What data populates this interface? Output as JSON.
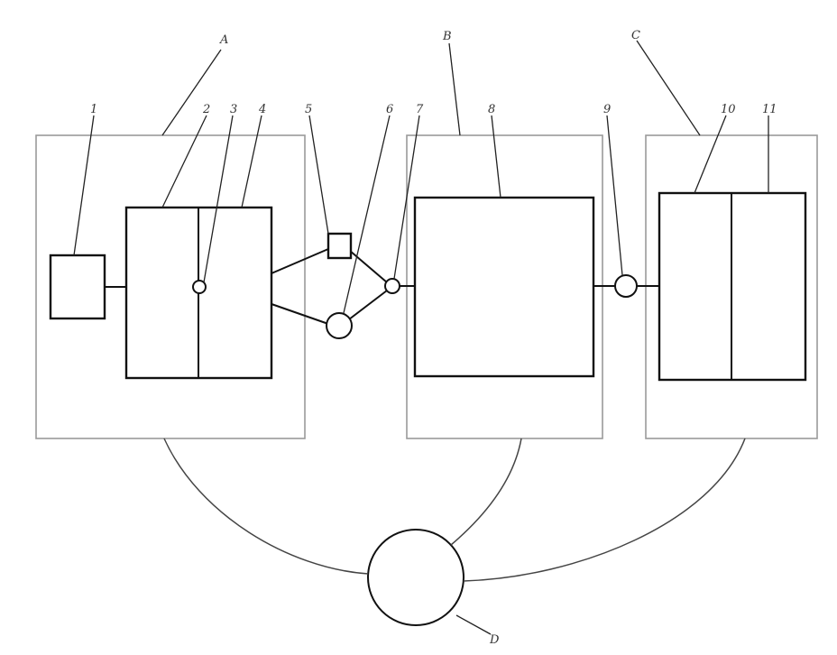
{
  "labels": {
    "unit_a": "A",
    "unit_b": "B",
    "unit_c": "C",
    "unit_d": "D",
    "part_1": "1",
    "part_2": "2",
    "part_3": "3",
    "part_4": "4",
    "part_5": "5",
    "part_6": "6",
    "part_7": "7",
    "part_8": "8",
    "part_9": "9",
    "part_10": "10",
    "part_11": "11"
  }
}
